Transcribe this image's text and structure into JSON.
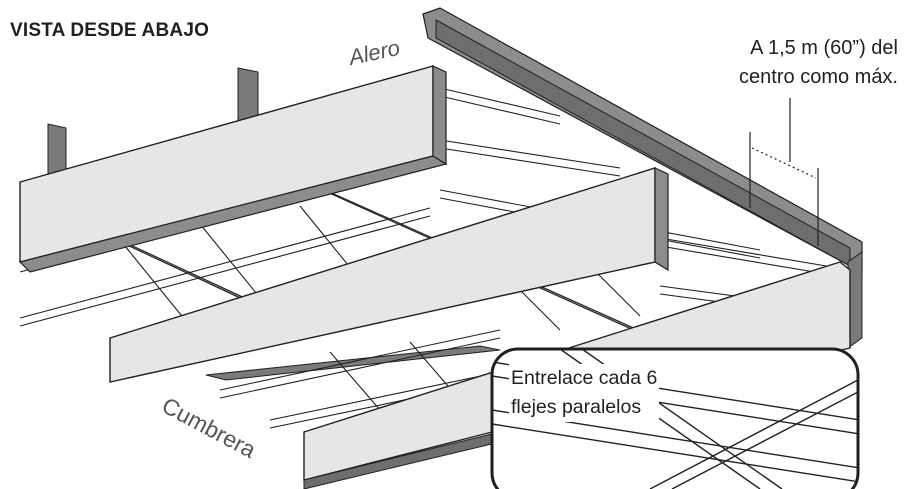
{
  "title": "VISTA DESDE ABAJO",
  "labels": {
    "eave": "Alero",
    "ridge": "Cumbrera",
    "spacing_line1": "A 1,5 m (60”) del",
    "spacing_line2": "centro como máx.",
    "inset_line1": "Entrelace cada 6",
    "inset_line2": "flejes paralelos"
  },
  "colors": {
    "ink": "#231f20",
    "panel_fill": "#e6e6e6",
    "shadow_fill": "#8c8c8c",
    "dark_fill": "#6e6e6e"
  }
}
